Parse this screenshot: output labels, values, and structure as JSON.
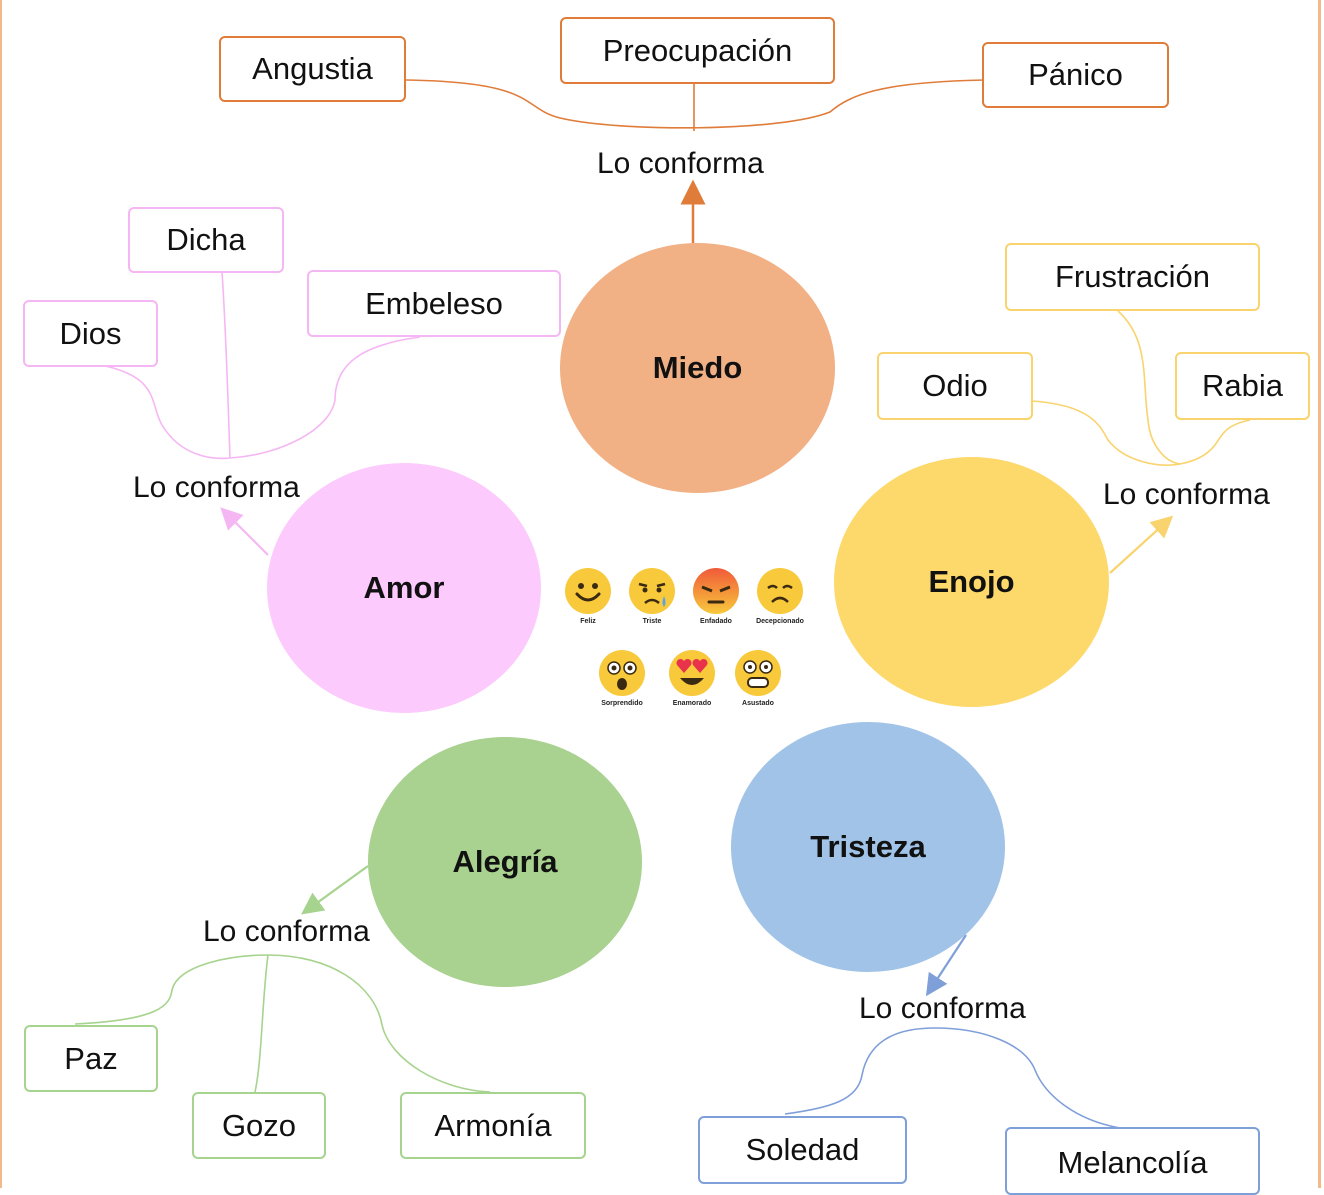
{
  "center": {
    "emotions": [
      {
        "label": "Feliz",
        "icon": "happy-face"
      },
      {
        "label": "Triste",
        "icon": "crying-face"
      },
      {
        "label": "Enfadado",
        "icon": "angry-face"
      },
      {
        "label": "Decepcionado",
        "icon": "disappointed-face"
      },
      {
        "label": "Sorprendido",
        "icon": "surprised-face"
      },
      {
        "label": "Enamorado",
        "icon": "heart-eyes-face"
      },
      {
        "label": "Asustado",
        "icon": "scared-face"
      }
    ]
  },
  "connector_label": "Lo conforma",
  "clusters": {
    "miedo": {
      "title": "Miedo",
      "color": "#f2b085",
      "line": "#e07c3a",
      "items": [
        "Angustia",
        "Preocupación",
        "Pánico"
      ]
    },
    "amor": {
      "title": "Amor",
      "color": "#fccafd",
      "line": "#f5b7f3",
      "items": [
        "Dicha",
        "Dios",
        "Embeleso"
      ]
    },
    "enojo": {
      "title": "Enojo",
      "color": "#fdd86a",
      "line": "#f9d36d",
      "items": [
        "Frustración",
        "Odio",
        "Rabia"
      ]
    },
    "alegria": {
      "title": "Alegría",
      "color": "#a9d18f",
      "line": "#a6d38d",
      "items": [
        "Paz",
        "Gozo",
        "Armonía"
      ]
    },
    "tristeza": {
      "title": "Tristeza",
      "color": "#a0c3e7",
      "line": "#7f9fd9",
      "items": [
        "Soledad",
        "Melancolía"
      ]
    }
  }
}
